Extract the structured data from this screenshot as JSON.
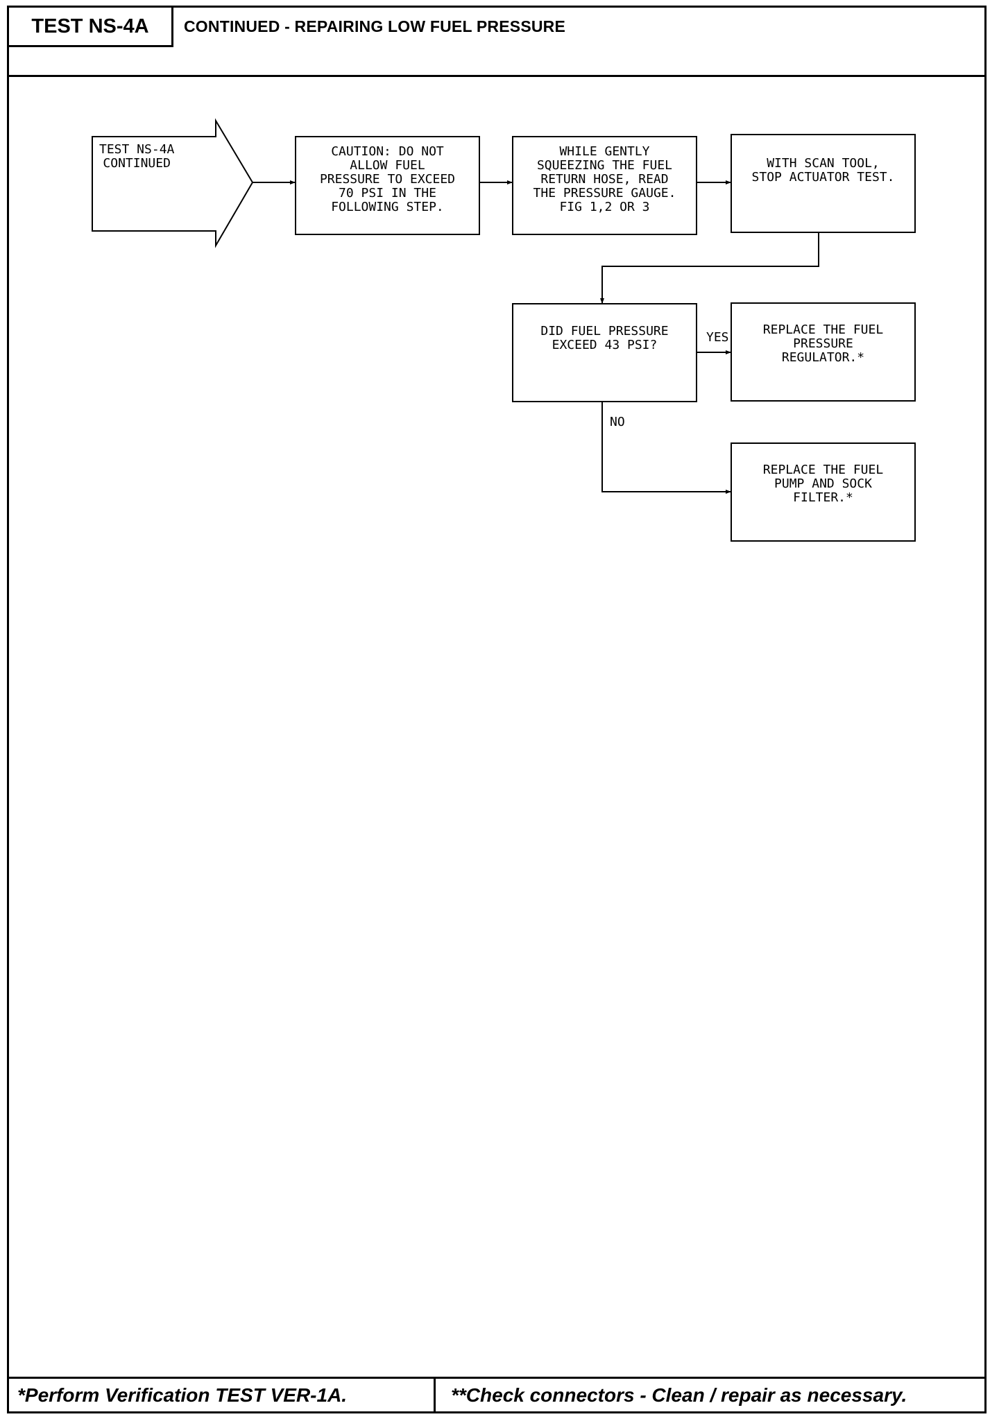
{
  "header": {
    "test_id": "TEST NS-4A",
    "title": "CONTINUED - REPAIRING LOW FUEL PRESSURE"
  },
  "flowchart": {
    "nodes": {
      "start": "TEST NS-4A\nCONTINUED",
      "caution": "CAUTION: DO NOT\nALLOW FUEL\nPRESSURE TO EXCEED\n70 PSI IN THE\nFOLLOWING STEP.",
      "squeeze": "WHILE GENTLY\nSQUEEZING THE FUEL\nRETURN HOSE, READ\nTHE PRESSURE GAUGE.\nFIG 1,2 OR 3",
      "stop_test": "WITH SCAN TOOL,\nSTOP ACTUATOR TEST.",
      "decision": "DID FUEL PRESSURE\nEXCEED 43 PSI?",
      "replace_regulator": "REPLACE THE FUEL\nPRESSURE\nREGULATOR.*",
      "replace_pump": "REPLACE THE FUEL\nPUMP AND SOCK\nFILTER.*"
    },
    "edge_labels": {
      "yes": "YES",
      "no": "NO"
    }
  },
  "footer": {
    "left": "*Perform Verification TEST VER-1A.",
    "right": "**Check connectors - Clean / repair as necessary."
  }
}
